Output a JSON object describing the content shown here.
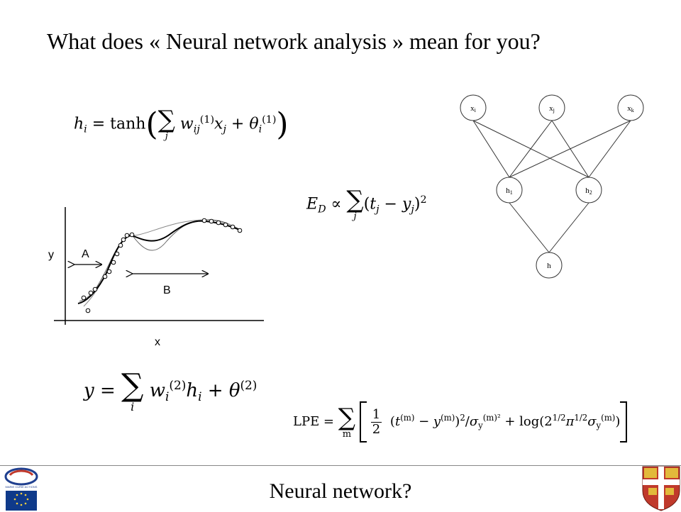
{
  "slide": {
    "title": "What does « Neural network analysis » mean for you?",
    "footer": "Neural network?"
  },
  "network": {
    "inputs": [
      "x_i",
      "x_j",
      "x_k"
    ],
    "hidden": [
      "h_1",
      "h_2"
    ],
    "output": "h"
  },
  "plot": {
    "ylabel": "y",
    "xlabel": "x",
    "label_a": "A",
    "label_b": "B"
  },
  "equations": {
    "hidden_unit": "h_i = tanh( Σ_j w_ij^(1) x_j + θ_i^(1) )",
    "error": "E_D ∝ Σ_j (t_j − y_j)^2",
    "output": "y = Σ_i w_i^(2) h_i + θ^(2)",
    "lpe": "LPE = Σ_m [ 1/2 (t^(m) − y^(m))^2 / σ_y^(m)^2 + log(2^(1/2) π^(1/2) σ_y^(m)) ]"
  },
  "logos": {
    "left_logo_caption": "MARIE CURIE ACTIONS",
    "left_logo_icon": "eu-flag-icon",
    "right_logo_icon": "university-shield-icon"
  }
}
